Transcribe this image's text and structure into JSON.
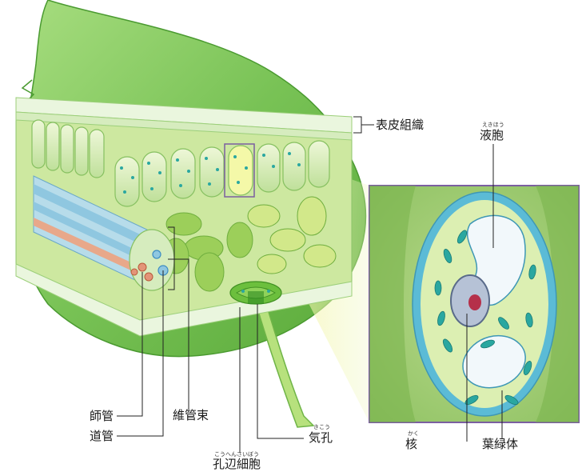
{
  "labels": {
    "epidermis": "表皮組織",
    "vacuole": "液胞",
    "vacuole_ruby": "えきほう",
    "phloem": "師管",
    "xylem": "道管",
    "vascular_bundle": "維管束",
    "stoma": "気孔",
    "stoma_ruby": "きこう",
    "guard_cell": "孔辺細胞",
    "guard_cell_ruby": "こうへんさいぼう",
    "nucleus": "核",
    "nucleus_ruby": "かく",
    "chloroplast": "葉緑体"
  },
  "colors": {
    "leaf_light": "#8fd06a",
    "leaf_dark": "#5aaa3a",
    "cell_fill": "#d8ecb0",
    "cell_border": "#9ccf7a",
    "chloroplast": "#2aa7a0",
    "cell_wall": "#5bbbd6",
    "zoom_frame": "#7b5fa0",
    "nucleus": "#b5304a"
  }
}
